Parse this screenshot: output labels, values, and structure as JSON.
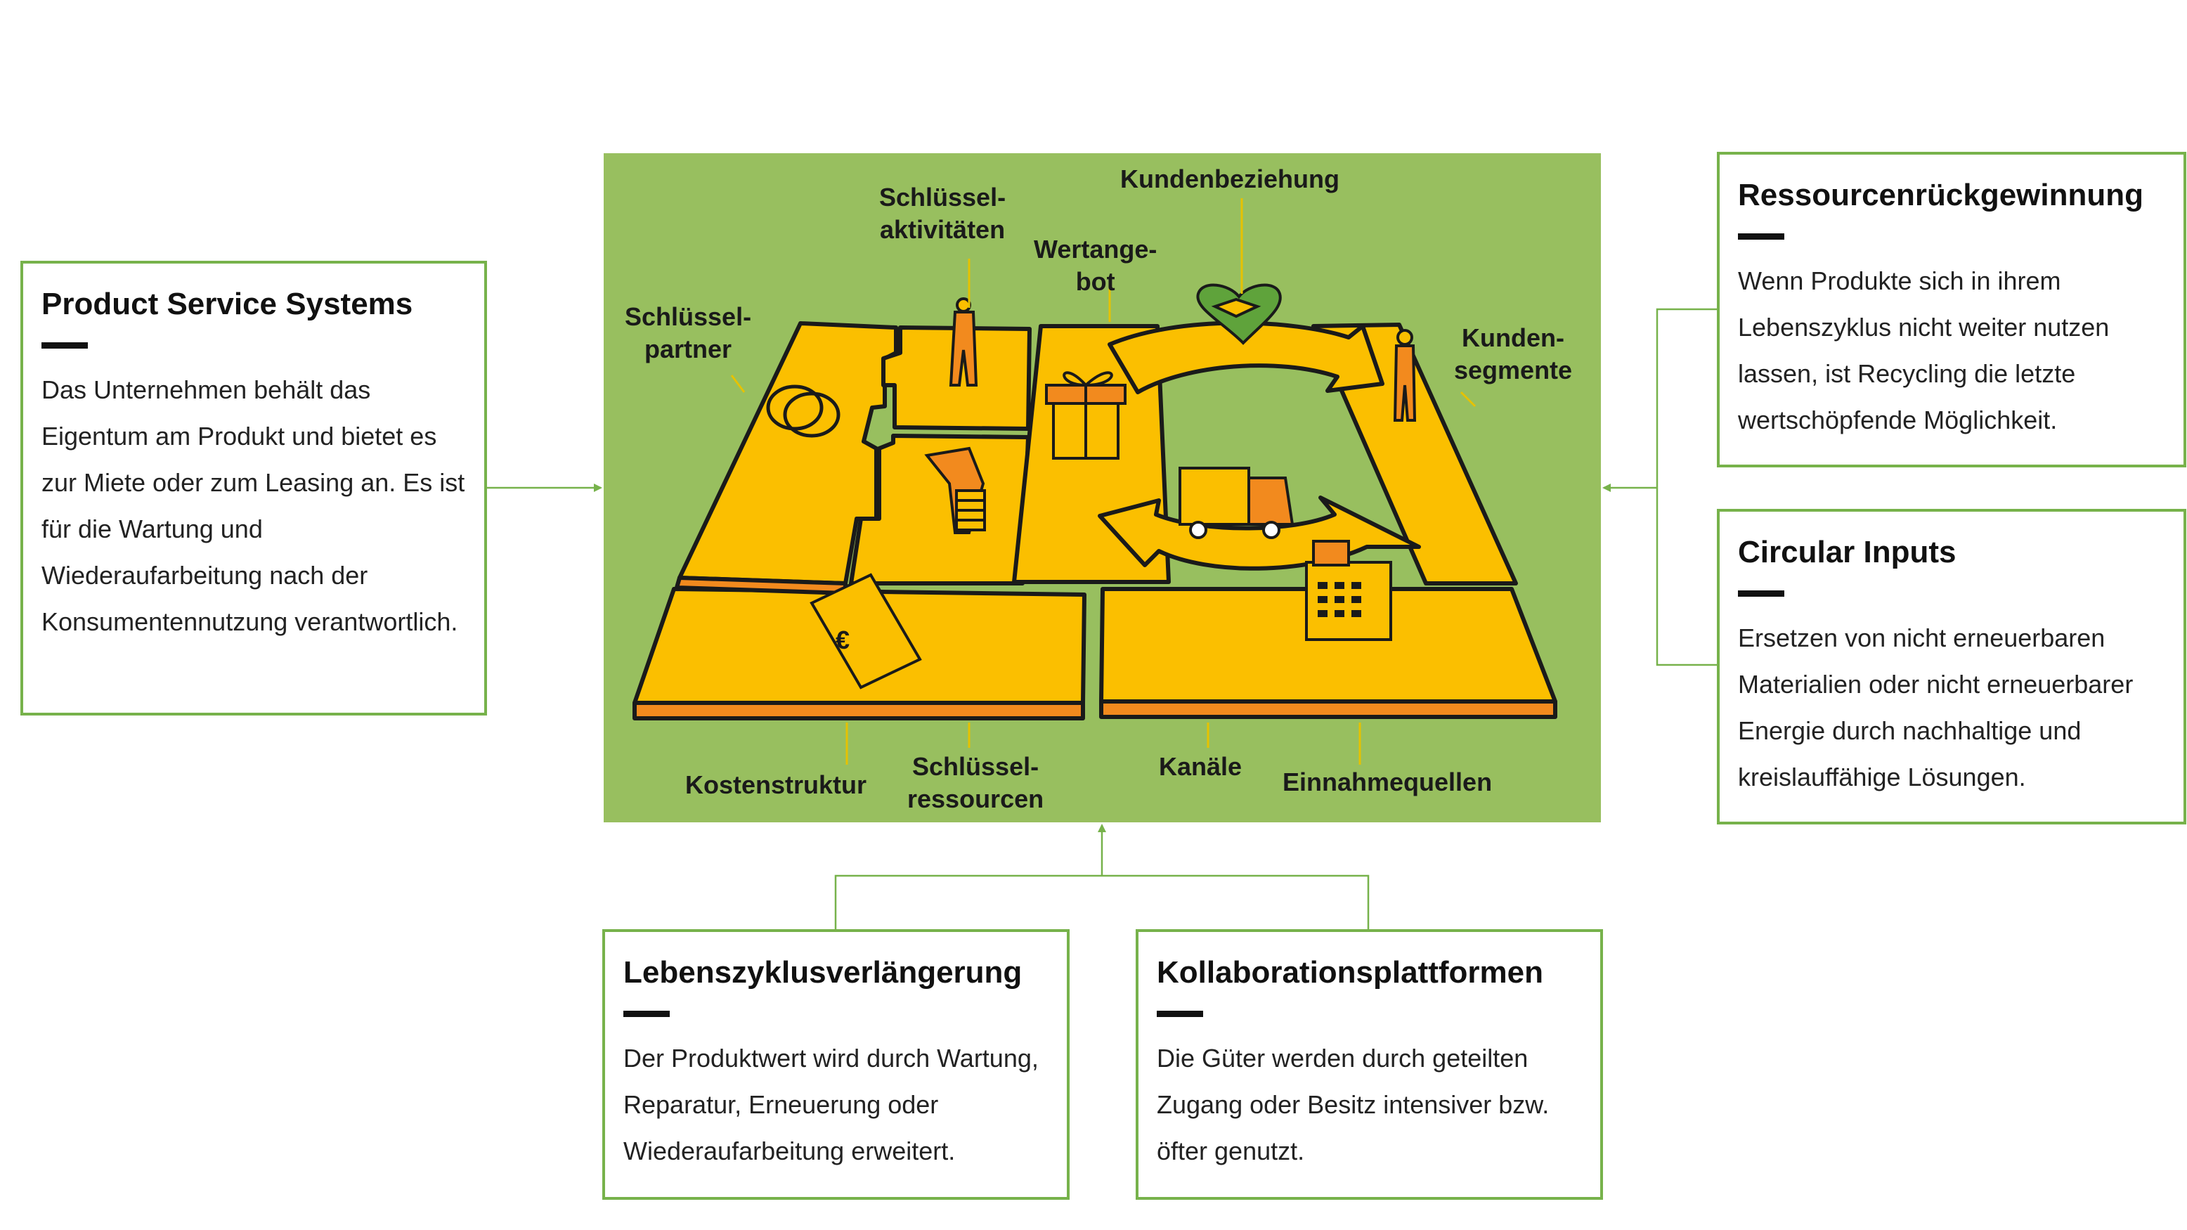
{
  "canvas_labels": {
    "schluesselpartner": "Schlüssel-\npartner",
    "schluesselaktivitaeten": "Schlüssel-\naktivitäten",
    "kundenbeziehung": "Kundenbeziehung",
    "wertangebot": "Wertange-\nbot",
    "kundensegmente": "Kunden-\nsegmente",
    "kostenstruktur": "Kostenstruktur",
    "schluesselressourcen": "Schlüssel-\nressourcen",
    "kanaele": "Kanäle",
    "einnahmequellen": "Einnahmequellen"
  },
  "cards": {
    "pss": {
      "title": "Product Service Systems",
      "text": "Das Unternehmen behält das Eigentum am Produkt und bietet es zur Miete oder zum Leasing an. Es ist für die Wartung und Wiederaufarbeitung nach der Konsumentennutzung verantwortlich."
    },
    "rr": {
      "title": "Ressourcenrückgewinnung",
      "text": "Wenn Produkte sich in ihrem Lebenszyklus nicht weiter nutzen lassen, ist Recycling die letzte wertschöpfende Möglichkeit."
    },
    "ci": {
      "title": "Circular Inputs",
      "text": "Ersetzen von nicht erneuerbaren Materialien oder nicht erneuerbarer Energie durch nachhaltige und kreislauffähige Lösungen."
    },
    "lz": {
      "title": "Lebenszyklusverlängerung",
      "text": "Der Produktwert wird durch Wartung, Reparatur, Erneuerung oder Wiederaufarbeitung erweitert."
    },
    "kp": {
      "title": "Kollaborationsplattformen",
      "text": "Die Güter werden durch geteilten Zugang oder Besitz intensiver bzw. öfter genutzt."
    }
  },
  "icons": {
    "currency": "€"
  },
  "colors": {
    "green_canvas": "#98bf5f",
    "green_border": "#77b24b",
    "yellow_block": "#fbbf00",
    "orange_side": "#f28a1e"
  }
}
